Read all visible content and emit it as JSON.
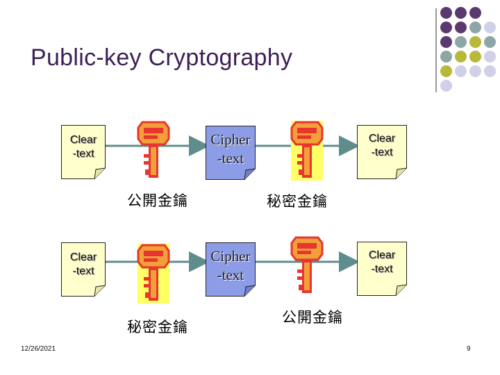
{
  "slide": {
    "title": "Public-key Cryptography",
    "date": "12/26/2021",
    "page_number": "9"
  },
  "colors": {
    "title": "#3b1f56",
    "note_clear": "#ffffcc",
    "note_cipher": "#8c9ce6",
    "arrow": "#5f8c8c",
    "key_red": "#e8352e",
    "key_orange": "#f2a03a",
    "key_highlight": "#ffff66",
    "dot_purple": "#5a3a6e",
    "dot_teal": "#8fa6a6",
    "dot_olive": "#b8b83a",
    "dot_lavender": "#d0d0e8"
  },
  "rows": [
    {
      "input_note": {
        "line1": "Clear",
        "line2": "-text"
      },
      "cipher_note": {
        "line1": "Cipher",
        "line2": "-text"
      },
      "output_note": {
        "line1": "Clear",
        "line2": "-text"
      },
      "encrypt_key_label": "公開金鑰",
      "decrypt_key_label": "秘密金鑰",
      "encrypt_key_icon": "key-icon",
      "decrypt_key_icon": "key-highlighted-icon"
    },
    {
      "input_note": {
        "line1": "Clear",
        "line2": "-text"
      },
      "cipher_note": {
        "line1": "Cipher",
        "line2": "-text"
      },
      "output_note": {
        "line1": "Clear",
        "line2": "-text"
      },
      "encrypt_key_label": "秘密金鑰",
      "decrypt_key_label": "公開金鑰",
      "encrypt_key_icon": "key-highlighted-icon",
      "decrypt_key_icon": "key-icon"
    }
  ]
}
